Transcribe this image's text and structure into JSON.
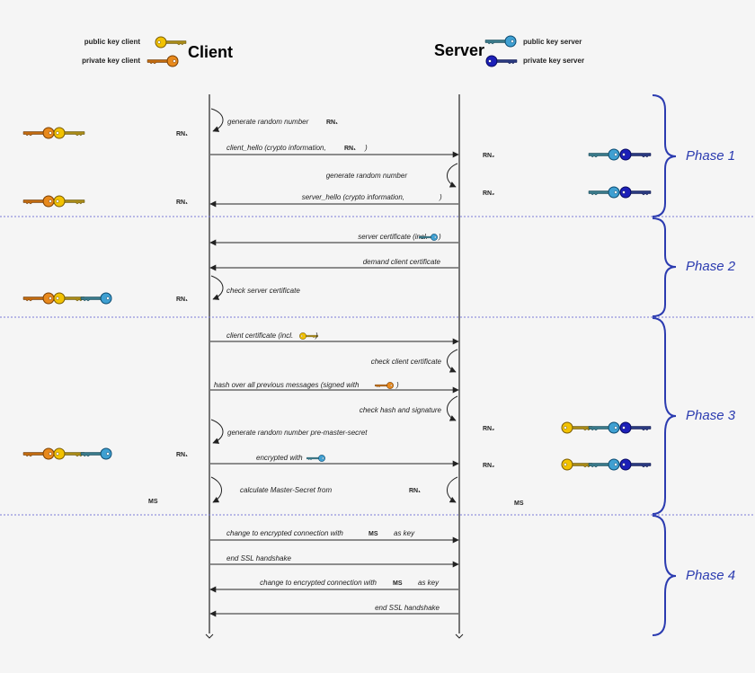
{
  "legend": {
    "public_key_client": "public key client",
    "private_key_client": "private key client",
    "public_key_server": "public key server",
    "private_key_server": "private key server"
  },
  "titles": {
    "client": "Client",
    "server": "Server"
  },
  "tokens": {
    "rn_client": "RN₁",
    "rn_server": "RN₂",
    "ms": "MS"
  },
  "phases": [
    "Phase 1",
    "Phase 2",
    "Phase 3",
    "Phase 4"
  ],
  "steps": {
    "gen_rn_client": "generate random number",
    "client_hello": "client_hello (crypto information,",
    "gen_rn_server": "generate random number",
    "server_hello": "server_hello (crypto information,",
    "server_cert": "server certificate (incl.",
    "demand_cert": "demand client certificate",
    "check_server_cert": "check server certificate",
    "client_cert": "client certificate (incl.",
    "check_client_cert": "check client certificate",
    "hash_prev": "hash over all previous messages (signed with",
    "check_hash": "check hash and signature",
    "gen_pms": "generate random number pre-master-secret",
    "encrypted_with": "encrypted with",
    "calc_ms": "calculate Master-Secret from",
    "change_enc_1": "change to encrypted connection with",
    "as_key": "as key",
    "end_ssl_1": "end SSL handshake",
    "change_enc_2": "change to encrypted connection with",
    "end_ssl_2": "end SSL handshake"
  },
  "colors": {
    "public_client": "#f2c200",
    "private_client": "#e8891c",
    "public_server": "#3fa0d2",
    "private_server": "#1c1fb8",
    "phase": "#2b3bb0"
  }
}
